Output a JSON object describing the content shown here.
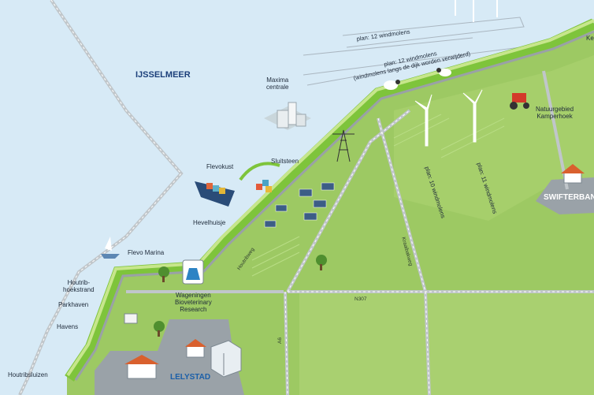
{
  "map": {
    "water_label": "IJSSELMEER",
    "places": {
      "maxima_centrale": [
        "Maxima",
        "centrale"
      ],
      "sluitsteen": "Sluitsteen",
      "flevokust": "Flevokust",
      "hevelhuisje": "Hevelhuisje",
      "flevo_marina": "Flevo Marina",
      "houtribhoekstrand": [
        "Houtrib-",
        "hoekstrand"
      ],
      "parkhaven": "Parkhaven",
      "havens": "Havens",
      "houtribsluizen": "Houtribsluizen",
      "wageningen": [
        "Wageningen",
        "Bioveterinary",
        "Research"
      ],
      "natuurgebied": [
        "Natuurgebied",
        "Kamperhoek"
      ],
      "ke": "Ke"
    },
    "cities": {
      "lelystad": "LELYSTAD",
      "swifterbant": "SWIFTERBAN"
    },
    "plans": {
      "offshore_1": "plan: 12 windmolens",
      "offshore_2": [
        "plan: 12 windmolens",
        "(windmolens langs de dijk worden verwijderd)"
      ],
      "land_10": "plan: 10 windmolens",
      "land_11": "plan: 11 windmolens"
    },
    "roads": {
      "n307": "N307",
      "a6": "A6",
      "houtribweg": "Houtribweg",
      "kraaibakweg": "Kraaibakweg"
    },
    "colors": {
      "water": "#d7eaf6",
      "land": "#9dc963",
      "dike": "#7ec43b",
      "road": "#9aa1a6",
      "city_text": "#1b5fa8"
    }
  }
}
